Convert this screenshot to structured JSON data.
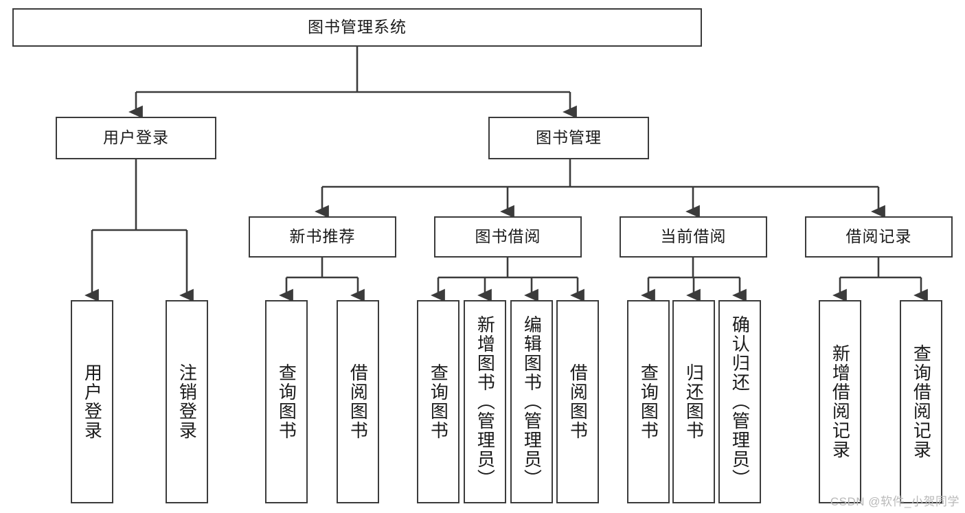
{
  "diagram": {
    "title": "图书管理系统",
    "type": "hierarchy-tree",
    "orientation": "top-down",
    "colors": {
      "node_border": "#3b3b3b",
      "node_fill": "#ffffff",
      "edge": "#3b3b3b",
      "text": "#1a1a1a",
      "watermark": "#b9b9b9",
      "background": "#ffffff"
    },
    "watermark": "CSDN @软件_小贺同学",
    "levels": {
      "root": "图书管理系统",
      "level2": [
        "用户登录",
        "图书管理"
      ],
      "level3": [
        "新书推荐",
        "图书借阅",
        "当前借阅",
        "借阅记录"
      ]
    },
    "nodes": {
      "root": {
        "label": "图书管理系统"
      },
      "user_login": {
        "label": "用户登录"
      },
      "book_manage": {
        "label": "图书管理"
      },
      "new_book_rec": {
        "label": "新书推荐"
      },
      "book_borrow": {
        "label": "图书借阅"
      },
      "current_borrow": {
        "label": "当前借阅"
      },
      "borrow_record": {
        "label": "借阅记录"
      },
      "leaf_user_login": {
        "label": "用户登录"
      },
      "leaf_logout": {
        "label": "注销登录"
      },
      "leaf_query_book_1": {
        "label": "查询图书"
      },
      "leaf_borrow_book_1": {
        "label": "借阅图书"
      },
      "leaf_query_book_2": {
        "label": "查询图书"
      },
      "leaf_add_book": {
        "label": "新增图书（管理员）"
      },
      "leaf_edit_book": {
        "label": "编辑图书（管理员）"
      },
      "leaf_borrow_book_2": {
        "label": "借阅图书"
      },
      "leaf_query_book_3": {
        "label": "查询图书"
      },
      "leaf_return_book": {
        "label": "归还图书"
      },
      "leaf_confirm_return": {
        "label": "确认归还（管理员）"
      },
      "leaf_add_record": {
        "label": "新增借阅记录"
      },
      "leaf_query_record": {
        "label": "查询借阅记录"
      }
    },
    "tree": [
      {
        "label": "图书管理系统",
        "children": [
          {
            "label": "用户登录",
            "children": [
              {
                "label": "用户登录"
              },
              {
                "label": "注销登录"
              }
            ]
          },
          {
            "label": "图书管理",
            "children": [
              {
                "label": "新书推荐",
                "children": [
                  {
                    "label": "查询图书"
                  },
                  {
                    "label": "借阅图书"
                  }
                ]
              },
              {
                "label": "图书借阅",
                "children": [
                  {
                    "label": "查询图书"
                  },
                  {
                    "label": "新增图书（管理员）"
                  },
                  {
                    "label": "编辑图书（管理员）"
                  },
                  {
                    "label": "借阅图书"
                  }
                ]
              },
              {
                "label": "当前借阅",
                "children": [
                  {
                    "label": "查询图书"
                  },
                  {
                    "label": "归还图书"
                  },
                  {
                    "label": "确认归还（管理员）"
                  }
                ]
              },
              {
                "label": "借阅记录",
                "children": [
                  {
                    "label": "新增借阅记录"
                  },
                  {
                    "label": "查询借阅记录"
                  }
                ]
              }
            ]
          }
        ]
      }
    ]
  }
}
